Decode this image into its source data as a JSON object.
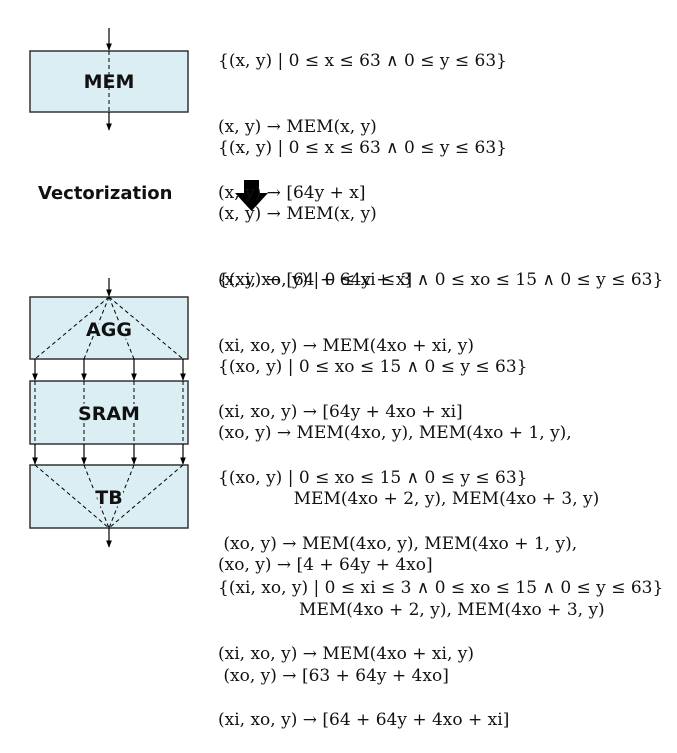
{
  "blocks": {
    "mem": "MEM",
    "agg": "AGG",
    "sram": "SRAM",
    "tb": "TB"
  },
  "transform_label": "Vectorization",
  "equations": {
    "mem_read": [
      "{(x, y) | 0 ≤ x ≤ 63 ∧ 0 ≤ y ≤ 63}",
      "(x, y) → MEM(x, y)",
      "(x, y) → [64y + x]"
    ],
    "mem_write": [
      "{(x, y) | 0 ≤ x ≤ 63 ∧ 0 ≤ y ≤ 63}",
      "(x, y) → MEM(x, y)",
      "(x, y) → [64 + 64y + x]"
    ],
    "agg_in": [
      "{(xi, xo, y) | 0 ≤ xi ≤ 3 ∧ 0 ≤ xo ≤ 15 ∧ 0 ≤ y ≤ 63}",
      "(xi, xo, y) → MEM(4xo + xi, y)",
      "(xi, xo, y) → [64y + 4xo + xi]"
    ],
    "agg_to_sram": [
      "{(xo, y) | 0 ≤ xo ≤ 15 ∧ 0 ≤ y ≤ 63}",
      "(xo, y) → MEM(4xo, y), MEM(4xo + 1, y),",
      "              MEM(4xo + 2, y), MEM(4xo + 3, y)",
      "(xo, y) → [4 + 64y + 4xo]"
    ],
    "sram_to_tb": [
      "{(xo, y) | 0 ≤ xo ≤ 15 ∧ 0 ≤ y ≤ 63}",
      " (xo, y) → MEM(4xo, y), MEM(4xo + 1, y),",
      "               MEM(4xo + 2, y), MEM(4xo + 3, y)",
      " (xo, y) → [63 + 64y + 4xo]"
    ],
    "tb_out": [
      "{(xi, xo, y) | 0 ≤ xi ≤ 3 ∧ 0 ≤ xo ≤ 15 ∧ 0 ≤ y ≤ 63}",
      "(xi, xo, y) → MEM(4xo + xi, y)",
      "(xi, xo, y) → [64 + 64y + 4xo + xi]"
    ]
  },
  "colors": {
    "block_fill": "#dbeef4",
    "block_stroke": "#333333",
    "arrow": "#000000"
  }
}
